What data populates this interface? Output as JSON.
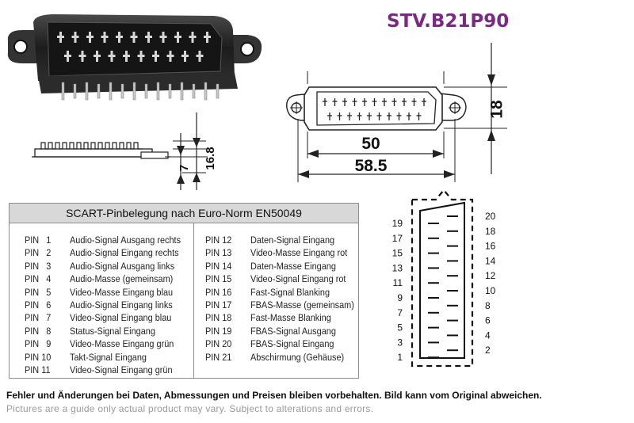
{
  "part_number": "STV.B21P90",
  "dimensions": {
    "side_height": "16.8",
    "side_depth": "7",
    "front_height": "18",
    "body_width": "50",
    "total_width": "58.5"
  },
  "table": {
    "header": "SCART-Pinbelegung nach Euro-Norm EN50049",
    "left": [
      {
        "pin": "PIN   1",
        "desc": "Audio-Signal Ausgang rechts"
      },
      {
        "pin": "PIN   2",
        "desc": "Audio-Signal Eingang rechts"
      },
      {
        "pin": "PIN   3",
        "desc": "Audio-Signal Ausgang links"
      },
      {
        "pin": "PIN   4",
        "desc": "Audio-Masse (gemeinsam)"
      },
      {
        "pin": "PIN   5",
        "desc": "Video-Masse Eingang blau"
      },
      {
        "pin": "PIN   6",
        "desc": "Audio-Signal Eingang links"
      },
      {
        "pin": "PIN   7",
        "desc": "Video-Signal Eingang blau"
      },
      {
        "pin": "PIN   8",
        "desc": "Status-Signal Eingang"
      },
      {
        "pin": "PIN   9",
        "desc": "Video-Masse Eingang grün"
      },
      {
        "pin": "PIN 10",
        "desc": "Takt-Signal Eingang"
      },
      {
        "pin": "PIN 11",
        "desc": "Video-Signal Eingang grün"
      }
    ],
    "right": [
      {
        "pin": "PIN 12",
        "desc": "Daten-Signal Eingang"
      },
      {
        "pin": "PIN 13",
        "desc": "Video-Masse Eingang rot"
      },
      {
        "pin": "PIN 14",
        "desc": "Daten-Masse Eingang"
      },
      {
        "pin": "PIN 15",
        "desc": "Video-Signal Eingang rot"
      },
      {
        "pin": "PIN 16",
        "desc": "Fast-Signal Blanking"
      },
      {
        "pin": "PIN 17",
        "desc": "FBAS-Masse (gemeinsam)"
      },
      {
        "pin": "PIN 18",
        "desc": "Fast-Masse Blanking"
      },
      {
        "pin": "PIN 19",
        "desc": "FBAS-Signal Ausgang"
      },
      {
        "pin": "PIN 20",
        "desc": "FBAS-Signal Eingang"
      },
      {
        "pin": "PIN 21",
        "desc": "Abschirmung (Gehäuse)"
      }
    ]
  },
  "pin_layout": {
    "left_numbers": [
      "19",
      "17",
      "15",
      "13",
      "11",
      "9",
      "7",
      "5",
      "3",
      "1"
    ],
    "right_numbers": [
      "20",
      "18",
      "16",
      "14",
      "12",
      "10",
      "8",
      "6",
      "4",
      "2"
    ]
  },
  "footer": {
    "de": "Fehler und Änderungen bei Daten, Abmessungen und Preisen bleiben vorbehalten. Bild kann vom Original abweichen.",
    "en": "Pictures are a guide only actual product may vary. Subject to alterations and errors."
  },
  "colors": {
    "title": "#7a2a82",
    "connector_body": "#2a2a2a",
    "pins": "#d6d6d6",
    "table_header_bg": "#d8d8d8"
  }
}
